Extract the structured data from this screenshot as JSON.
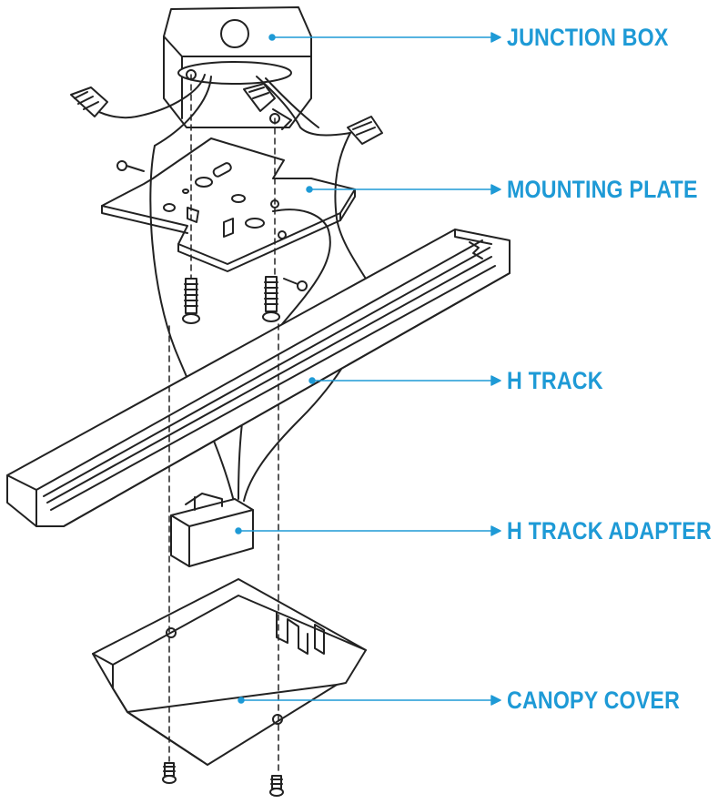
{
  "labels": {
    "junction_box": "JUNCTION BOX",
    "mounting_plate": "MOUNTING PLATE",
    "h_track": "H TRACK",
    "h_track_adapter": "H TRACK ADAPTER",
    "canopy_cover": "CANOPY COVER"
  },
  "colors": {
    "callout": "#1e9ad6",
    "line_art": "#222222",
    "background": "#ffffff"
  }
}
